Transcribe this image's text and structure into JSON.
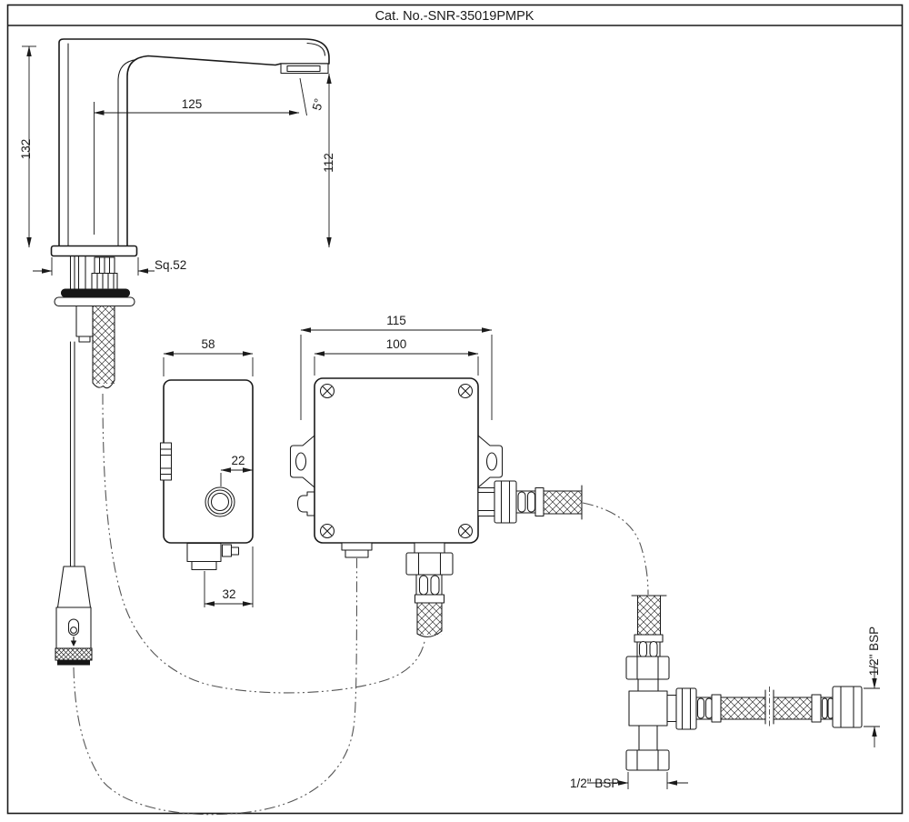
{
  "header": {
    "title": "Cat. No.-SNR-35019PMPK"
  },
  "faucet": {
    "dim_total_height": "132",
    "dim_spout_reach": "125",
    "dim_spout_angle": "5°",
    "dim_outlet_height": "112",
    "dim_base_square": "Sq.52"
  },
  "sensor_unit": {
    "dim_width": "58",
    "dim_sensor_offset": "22",
    "dim_outlet_width": "32"
  },
  "control_box": {
    "dim_overall_width": "115",
    "dim_body_width": "100"
  },
  "tee": {
    "dim_outlet_thread": "1/2\" BSP",
    "dim_inlet_thread": "1/2\" BSP"
  },
  "colors": {
    "line": "#1a1a1a",
    "background": "#ffffff",
    "phantom_line": "#555555"
  }
}
